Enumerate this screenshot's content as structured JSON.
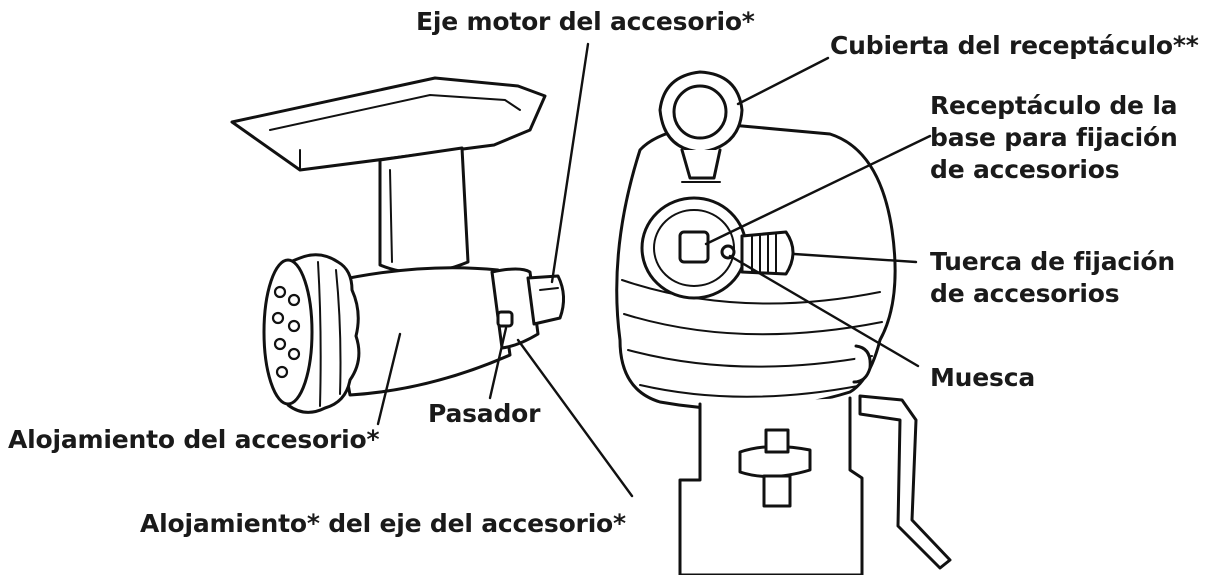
{
  "labels": {
    "eje_motor": "Eje motor del accesorio*",
    "cubierta": "Cubierta del receptáculo**",
    "receptaculo_1": "Receptáculo de la",
    "receptaculo_2": "base para fijación",
    "receptaculo_3": "de accesorios",
    "tuerca_1": "Tuerca de fijación",
    "tuerca_2": "de accesorios",
    "muesca": "Muesca",
    "pasador": "Pasador",
    "alojamiento_accesorio": "Alojamiento del accesorio*",
    "alojamiento_eje": "Alojamiento* del eje del accesorio*"
  }
}
